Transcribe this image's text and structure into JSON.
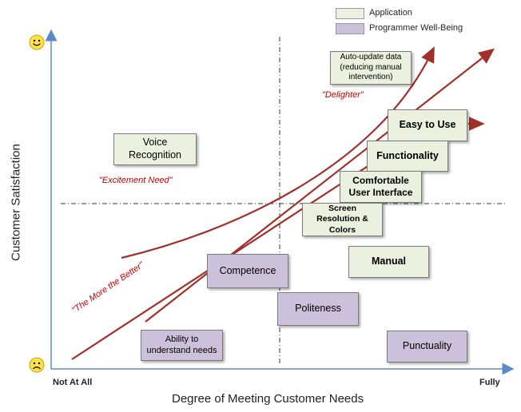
{
  "legend": {
    "items": [
      {
        "label": "Application",
        "color": "#ebf1de"
      },
      {
        "label": "Programmer Well-Being",
        "color": "#ccc1da"
      }
    ]
  },
  "axes": {
    "x_label": "Degree of Meeting Customer Needs",
    "y_label": "Customer Satisfaction",
    "x_min_label": "Not At All",
    "x_max_label": "Fully",
    "top_icon": "smiley-face-icon",
    "bottom_icon": "frowning-face-icon"
  },
  "curves": {
    "delighter_label": "\"Delighter\"",
    "excitement_label": "\"Excitement Need\"",
    "more_better_label": "\"The More the Better\"",
    "curve_color": "#a0302a"
  },
  "boxes": {
    "auto_update": "Auto-update data\n(reducing manual\nintervention)",
    "easy_to_use": "Easy to Use",
    "functionality": "Functionality",
    "comfortable_ui": "Comfortable\nUser Interface",
    "screen_resolution": "Screen\nResolution &\nColors",
    "voice_recognition": "Voice\nRecognition",
    "manual": "Manual",
    "competence": "Competence",
    "politeness": "Politeness",
    "ability": "Ability to\nunderstand needs",
    "punctuality": "Punctuality"
  }
}
